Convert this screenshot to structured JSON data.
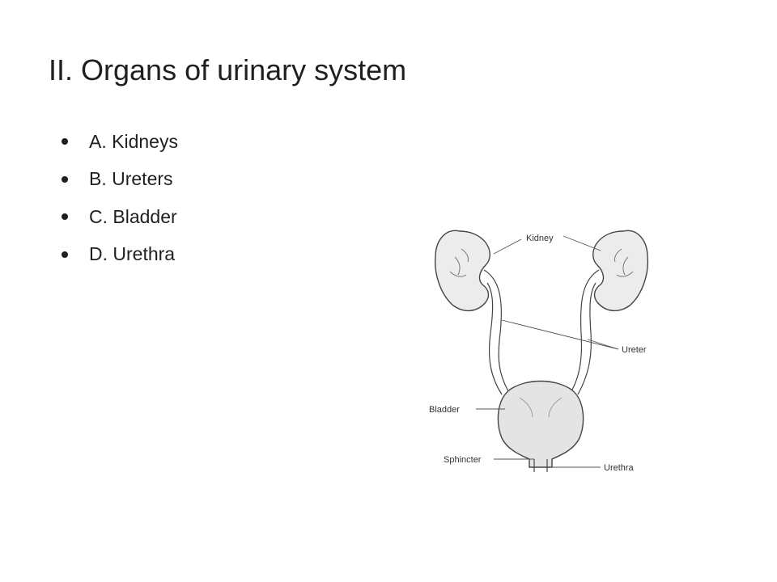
{
  "slide": {
    "title": "II.  Organs of urinary system",
    "bullets": [
      "A.  Kidneys",
      "B.  Ureters",
      "C.  Bladder",
      "D.  Urethra"
    ]
  },
  "diagram": {
    "labels": {
      "kidney": "Kidney",
      "ureter": "Ureter",
      "bladder": "Bladder",
      "sphincter": "Sphincter",
      "urethra": "Urethra"
    }
  }
}
